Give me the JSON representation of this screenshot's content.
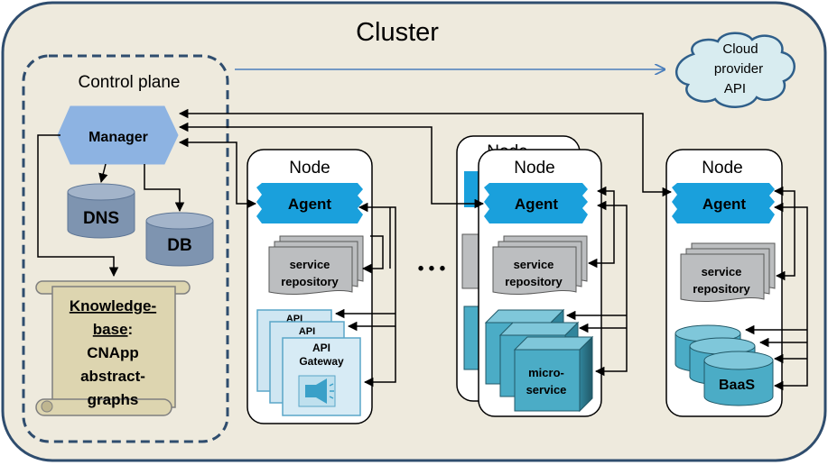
{
  "cluster": {
    "title": "Cluster"
  },
  "control_plane": {
    "title": "Control plane",
    "manager": "Manager",
    "dns": "DNS",
    "db": "DB",
    "kb": {
      "line1": "Knowledge-",
      "line2": "base",
      "line2_suffix": ":",
      "line3": "CNApp",
      "line4": "abstract-",
      "line5": "graphs"
    }
  },
  "cloud": {
    "line1": "Cloud",
    "line2": "provider",
    "line3": "API"
  },
  "ellipsis": "• • •",
  "node1": {
    "title": "Node",
    "agent": "Agent",
    "repo_line1": "service",
    "repo_line2": "repository",
    "api_back1": "API",
    "api_back2": "API",
    "gateway_line1": "API",
    "gateway_line2": "Gateway"
  },
  "node2": {
    "title": "Node",
    "back_title": "Node",
    "agent": "Agent",
    "repo_line1": "service",
    "repo_line2": "repository",
    "ms_line1": "micro-",
    "ms_line2": "service"
  },
  "node3": {
    "title": "Node",
    "agent": "Agent",
    "repo_line1": "service",
    "repo_line2": "repository",
    "baas": "BaaS"
  },
  "colors": {
    "cluster_fill": "#eeeadd",
    "cluster_border": "#2f4d6e",
    "agent": "#1aa0dc",
    "manager": "#8db3e2",
    "cylinder": "#7e94b0",
    "repo": "#bcbec0",
    "scroll": "#ddd5b0",
    "cube": "#4bacc6",
    "cloud": "#d8ecf0"
  }
}
